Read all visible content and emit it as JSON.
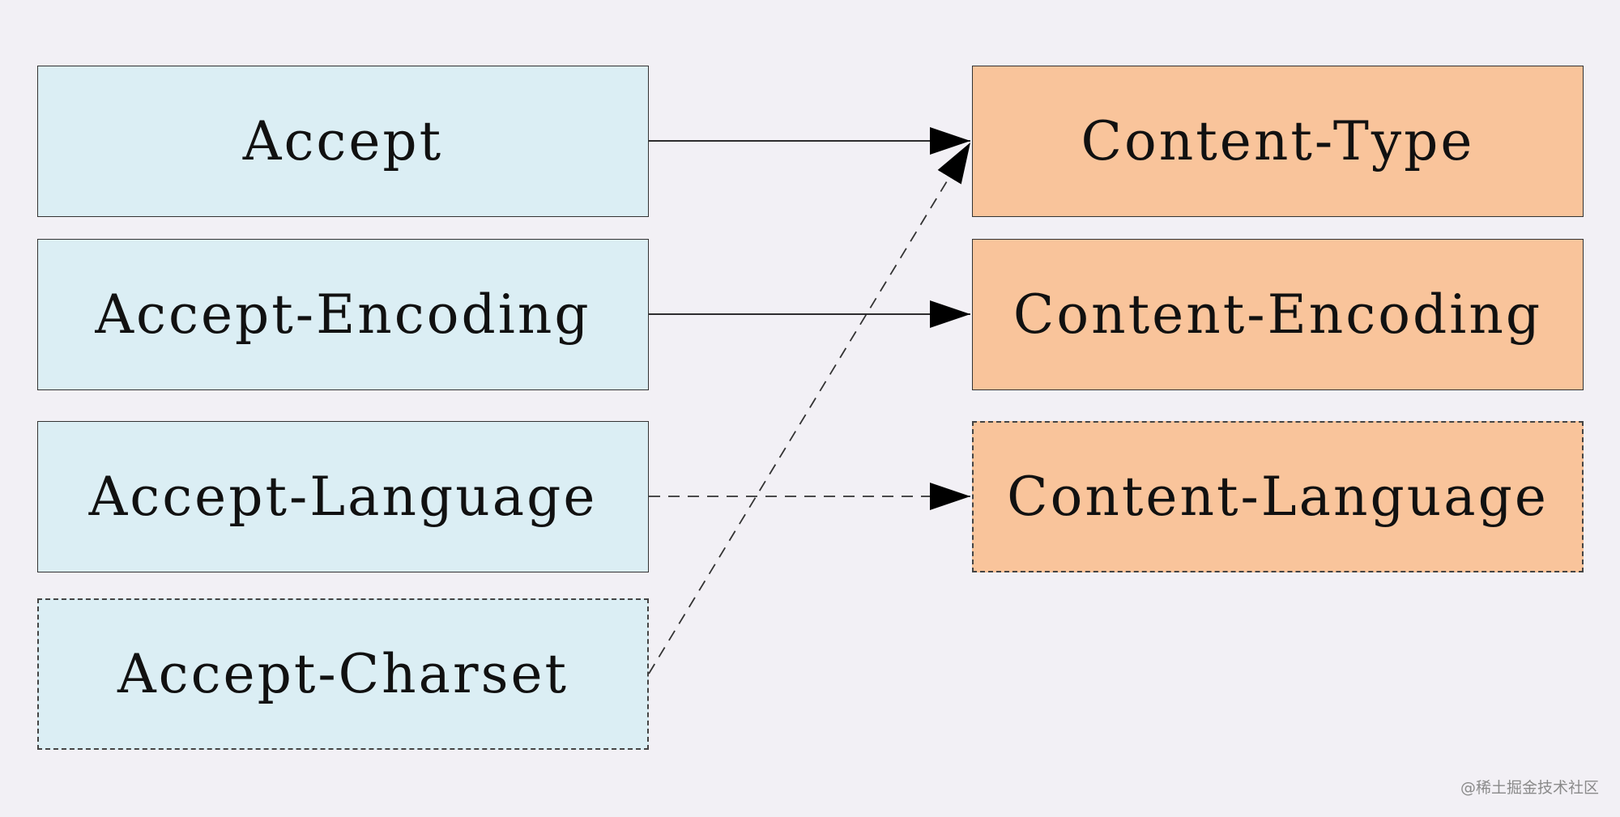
{
  "diagram": {
    "request_headers": [
      {
        "label": "Accept",
        "border": "solid"
      },
      {
        "label": "Accept-Encoding",
        "border": "solid"
      },
      {
        "label": "Accept-Language",
        "border": "solid"
      },
      {
        "label": "Accept-Charset",
        "border": "dashed"
      }
    ],
    "response_headers": [
      {
        "label": "Content-Type",
        "border": "solid"
      },
      {
        "label": "Content-Encoding",
        "border": "solid"
      },
      {
        "label": "Content-Language",
        "border": "dashed"
      }
    ],
    "edges": [
      {
        "from": "Accept",
        "to": "Content-Type",
        "style": "solid"
      },
      {
        "from": "Accept-Encoding",
        "to": "Content-Encoding",
        "style": "solid"
      },
      {
        "from": "Accept-Language",
        "to": "Content-Language",
        "style": "dashed"
      },
      {
        "from": "Accept-Charset",
        "to": "Content-Type",
        "style": "dashed"
      }
    ],
    "colors": {
      "request_fill": "#dbeef4",
      "response_fill": "#f9c49b",
      "background": "#f2f0f5",
      "stroke": "#111111"
    }
  },
  "watermark": "@稀土掘金技术社区"
}
